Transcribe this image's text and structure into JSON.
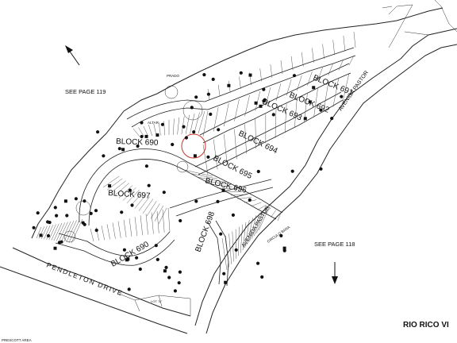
{
  "blocks": [
    {
      "id": "690a",
      "label": "BLOCK 690"
    },
    {
      "id": "697",
      "label": "BLOCK 697"
    },
    {
      "id": "690b",
      "label": "BLOCK 690"
    },
    {
      "id": "695",
      "label": "BLOCK 695"
    },
    {
      "id": "696",
      "label": "BLOCK 696"
    },
    {
      "id": "694",
      "label": "BLOCK 694"
    },
    {
      "id": "693",
      "label": "BLOCK 693"
    },
    {
      "id": "692",
      "label": "BLOCK 692"
    },
    {
      "id": "691",
      "label": "BLOCK 691"
    },
    {
      "id": "698",
      "label": "BLOCK 698"
    }
  ],
  "roads": {
    "pendleton": "PENDLETON  DRIVE",
    "avenida_top": "AVENIDA PASTOR",
    "avenida_mid": "AVENIDA PASTOR",
    "circulo": "CIRCULO BANA",
    "altar": "ALTAR",
    "prado": "PRADO"
  },
  "page_refs": {
    "p119": "SEE PAGE 119",
    "p118": "SEE PAGE 118"
  },
  "lot_a": "LOT \"A\"",
  "title": "RIO RICO VI",
  "watermark": "PRESCOTT AREA"
}
